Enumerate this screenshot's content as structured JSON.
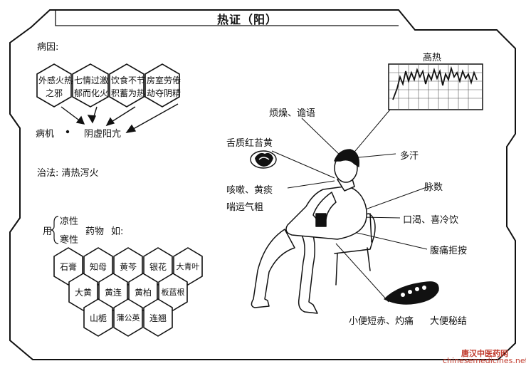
{
  "title": "热证（阳）",
  "cause_label": "病因:",
  "causes": [
    {
      "line1": "外感火热",
      "line2": "之邪"
    },
    {
      "line1": "七情过激",
      "line2": "郁而化火"
    },
    {
      "line1": "饮食不节",
      "line2": "积蓄为热"
    },
    {
      "line1": "房室劳倦",
      "line2": "劫夺阴精"
    }
  ],
  "pathogenesis_label": "病机",
  "pathogenesis": "阴虚阳亢",
  "treatment": "治法: 清热泻火",
  "herb_intro": {
    "yong": "用",
    "liang": "凉性",
    "han": "寒性",
    "yaowu": "药物",
    "ru": "如:"
  },
  "herbs_row1": [
    "石膏",
    "知母",
    "黄芩",
    "银花",
    "大青叶"
  ],
  "herbs_row2": [
    "大黄",
    "黄连",
    "黄柏",
    "板蓝根"
  ],
  "herbs_row3": [
    "山栀",
    "蒲公英",
    "连翘"
  ],
  "symptoms": {
    "high_fever": "高热",
    "irritable": "烦燥、谵语",
    "tongue": "舌质红苔黄",
    "sweat": "多汗",
    "cough": "咳嗽、黄痰",
    "pant": "喘运气粗",
    "pulse": "脉数",
    "thirst": "口渴、喜冷饮",
    "abdomen": "腹痛拒按",
    "urine": "小便短赤、灼痛",
    "stool": "大便秘结"
  },
  "watermark": {
    "line1": "唐汉中医药网",
    "line2": "chinesemedicines.net"
  }
}
